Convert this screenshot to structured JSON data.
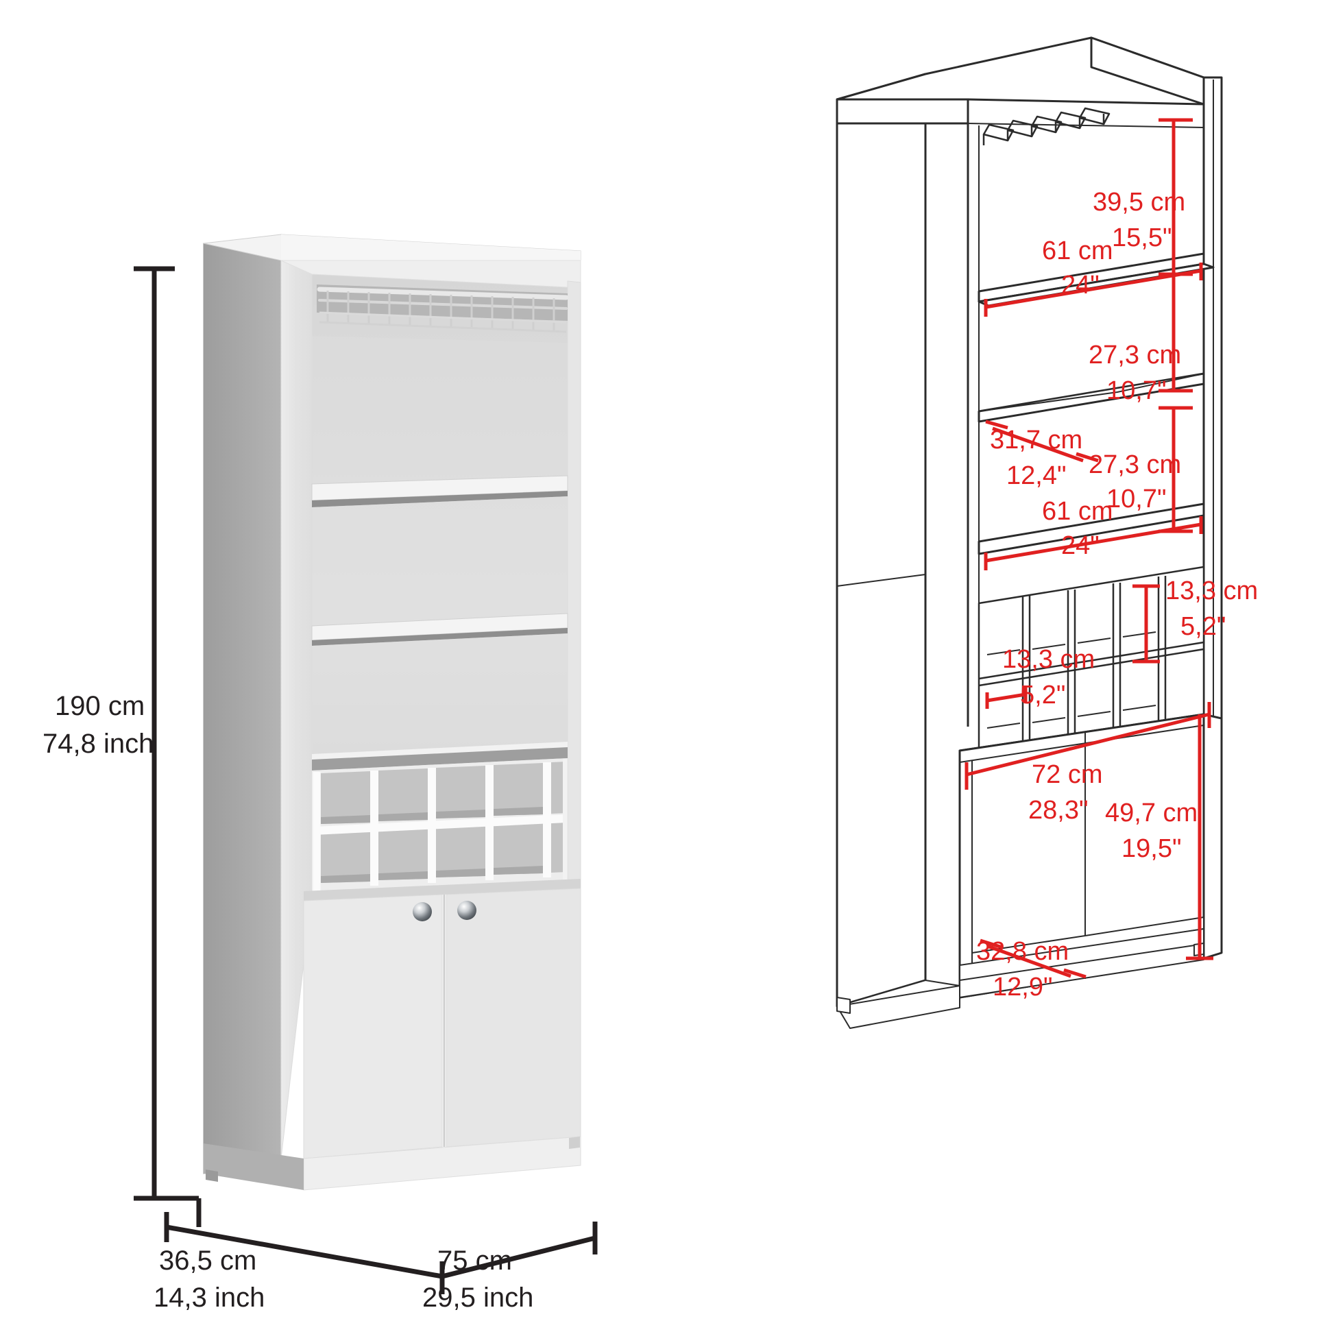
{
  "document": {
    "type": "furniture-dimension-diagram",
    "product": "Bar cabinet with wine rack and stemware holder",
    "units": [
      "cm",
      "inch"
    ]
  },
  "views": {
    "render": {
      "name": "3D product render",
      "features": [
        "stemware-rail",
        "open-shelf-upper",
        "open-shelf-middle",
        "wine-cubby-grid",
        "two-door-lower-cabinet"
      ],
      "wine_cubbies": {
        "columns": 5,
        "rows": 2
      },
      "doors": 2,
      "knobs": 2
    },
    "technical": {
      "name": "Technical line drawing with internal dimensions"
    }
  },
  "overall_dimensions": {
    "height": {
      "cm": "190 cm",
      "inch": "74,8 inch"
    },
    "depth": {
      "cm": "36,5 cm",
      "inch": "14,3 inch"
    },
    "width": {
      "cm": "75 cm",
      "inch": "29,5 inch"
    }
  },
  "internal_dimensions": [
    {
      "id": "top-compartment-height",
      "cm": "39,5 cm",
      "inch": "15,5\""
    },
    {
      "id": "shelf-width-upper",
      "cm": "61 cm",
      "inch": "24\""
    },
    {
      "id": "shelf-height-upper",
      "cm": "27,3 cm",
      "inch": "10,7\""
    },
    {
      "id": "shelf-depth",
      "cm": "31,7 cm",
      "inch": "12,4\""
    },
    {
      "id": "shelf-height-lower",
      "cm": "27,3 cm",
      "inch": "10,7\""
    },
    {
      "id": "shelf-width-lower",
      "cm": "61 cm",
      "inch": "24\""
    },
    {
      "id": "cubby-height",
      "cm": "13,3 cm",
      "inch": "5,2\""
    },
    {
      "id": "cubby-width",
      "cm": "13,3 cm",
      "inch": "5,2\""
    },
    {
      "id": "cabinet-width",
      "cm": "72 cm",
      "inch": "28,3\""
    },
    {
      "id": "cabinet-height",
      "cm": "49,7 cm",
      "inch": "19,5\""
    },
    {
      "id": "cabinet-depth",
      "cm": "32,8 cm",
      "inch": "12,9\""
    }
  ],
  "labels": {
    "height_cm": "190 cm",
    "height_inch": "74,8 inch",
    "depth_cm": "36,5 cm",
    "depth_inch": "14,3 inch",
    "width_cm": "75 cm",
    "width_inch": "29,5 inch",
    "d1_cm": "39,5 cm",
    "d1_in": "15,5\"",
    "d2_cm": "61 cm",
    "d2_in": "24\"",
    "d3_cm": "27,3 cm",
    "d3_in": "10,7\"",
    "d4_cm": "31,7 cm",
    "d4_in": "12,4\"",
    "d5_cm": "27,3 cm",
    "d5_in": "10,7\"",
    "d6_cm": "61 cm",
    "d6_in": "24\"",
    "d7_cm": "13,3 cm",
    "d7_in": "5,2\"",
    "d8_cm": "13,3 cm",
    "d8_in": "5,2\"",
    "d9_cm": "72 cm",
    "d9_in": "28,3\"",
    "d10_cm": "49,7 cm",
    "d10_in": "19,5\"",
    "d11_cm": "32,8 cm",
    "d11_in": "12,9\""
  },
  "colors": {
    "dimension_red": "#e02020",
    "dimension_black": "#231f20",
    "body_light": "#f0f0f0",
    "body_side": "#a8a8a8",
    "interior": "#c9c9c9",
    "line": "#3a3a3a"
  }
}
